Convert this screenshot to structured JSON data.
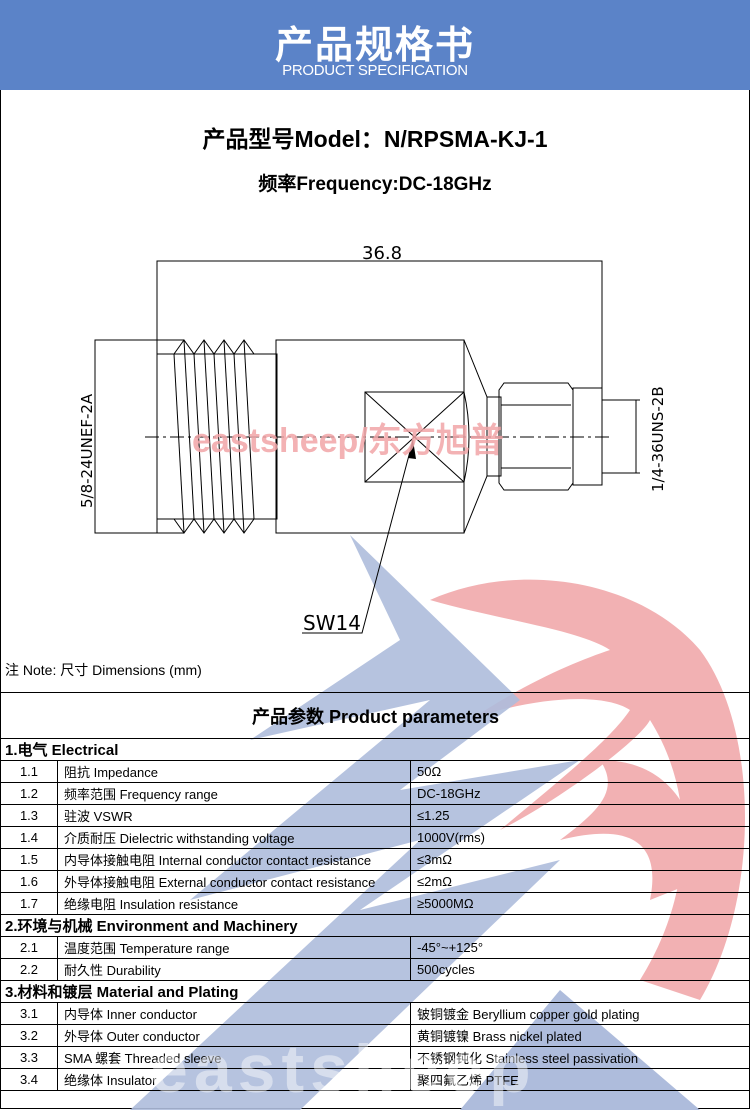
{
  "header": {
    "title_cn": "产品规格书",
    "title_en": "PRODUCT SPECIFICATION",
    "bg_color": "#5b83c8"
  },
  "model": {
    "label": "产品型号Model：N/RPSMA-KJ-1",
    "frequency": "频率Frequency:DC-18GHz"
  },
  "drawing": {
    "length_dim": "36.8",
    "left_thread": "5/8-24UNEF-2A",
    "right_thread": "1/4-36UNS-2B",
    "wrench_size": "SW14",
    "watermark_center": "eastsheep/东方旭普"
  },
  "note": "注 Note:  尺寸 Dimensions (mm)",
  "watermark_bottom": "eastsheep",
  "params": {
    "title": "产品参数 Product parameters",
    "sections": [
      {
        "heading": "1.电气 Electrical",
        "rows": [
          {
            "no": "1.1",
            "name": "阻抗 Impedance",
            "value": "50Ω"
          },
          {
            "no": "1.2",
            "name": "频率范围 Frequency range",
            "value": "DC-18GHz"
          },
          {
            "no": "1.3",
            "name": "驻波 VSWR",
            "value": "≤1.25"
          },
          {
            "no": "1.4",
            "name": "介质耐压 Dielectric withstanding voltage",
            "value": "1000V(rms)"
          },
          {
            "no": "1.5",
            "name": "内导体接触电阻 Internal conductor contact resistance",
            "value": "≤3mΩ"
          },
          {
            "no": "1.6",
            "name": "外导体接触电阻 External conductor contact resistance",
            "value": "≤2mΩ"
          },
          {
            "no": "1.7",
            "name": "绝缘电阻  Insulation resistance",
            "value": "≥5000MΩ"
          }
        ]
      },
      {
        "heading": "2.环境与机械 Environment and Machinery",
        "rows": [
          {
            "no": "2.1",
            "name": "温度范围 Temperature range",
            "value": "-45°~+125°"
          },
          {
            "no": "2.2",
            "name": "耐久性 Durability",
            "value": "500cycles"
          }
        ]
      },
      {
        "heading": "3.材料和镀层 Material and Plating",
        "rows": [
          {
            "no": "3.1",
            "name": "内导体 Inner conductor",
            "value": "铍铜镀金 Beryllium copper gold plating"
          },
          {
            "no": "3.2",
            "name": "外导体 Outer conductor",
            "value": "黄铜镀镍 Brass nickel plated"
          },
          {
            "no": "3.3",
            "name": "SMA 螺套 Threaded sleeve",
            "value": "不锈钢钝化 Stainless steel passivation"
          },
          {
            "no": "3.4",
            "name": "绝缘体 Insulator",
            "value": "聚四氟乙烯 PTFE"
          }
        ]
      }
    ]
  }
}
